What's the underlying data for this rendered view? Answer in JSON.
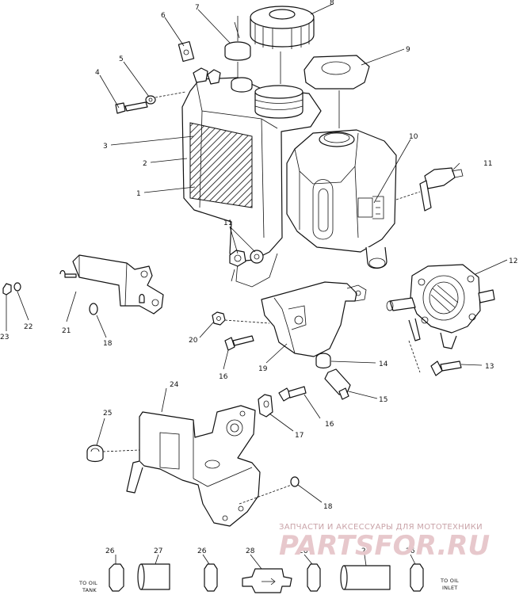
{
  "callouts": [
    {
      "id": "c1",
      "label": "1"
    },
    {
      "id": "c2",
      "label": "2"
    },
    {
      "id": "c3",
      "label": "3"
    },
    {
      "id": "c4",
      "label": "4"
    },
    {
      "id": "c5",
      "label": "5"
    },
    {
      "id": "c6",
      "label": "6"
    },
    {
      "id": "c7",
      "label": "7"
    },
    {
      "id": "c8",
      "label": "8"
    },
    {
      "id": "c9",
      "label": "9"
    },
    {
      "id": "c10",
      "label": "10"
    },
    {
      "id": "c11a",
      "label": "11"
    },
    {
      "id": "c11b",
      "label": "11"
    },
    {
      "id": "c12",
      "label": "12"
    },
    {
      "id": "c13",
      "label": "13"
    },
    {
      "id": "c14",
      "label": "14"
    },
    {
      "id": "c15",
      "label": "15"
    },
    {
      "id": "c16a",
      "label": "16"
    },
    {
      "id": "c16b",
      "label": "16"
    },
    {
      "id": "c17",
      "label": "17"
    },
    {
      "id": "c18a",
      "label": "18"
    },
    {
      "id": "c18b",
      "label": "18"
    },
    {
      "id": "c19",
      "label": "19"
    },
    {
      "id": "c20",
      "label": "20"
    },
    {
      "id": "c21",
      "label": "21"
    },
    {
      "id": "c22",
      "label": "22"
    },
    {
      "id": "c23",
      "label": "23"
    },
    {
      "id": "c24",
      "label": "24"
    },
    {
      "id": "c25",
      "label": "25"
    },
    {
      "id": "c26a",
      "label": "26"
    },
    {
      "id": "c27a",
      "label": "27"
    },
    {
      "id": "c26b",
      "label": "26"
    },
    {
      "id": "c28",
      "label": "28"
    },
    {
      "id": "c26c",
      "label": "26"
    },
    {
      "id": "c27b",
      "label": "27"
    },
    {
      "id": "c26d",
      "label": "26"
    }
  ],
  "hose_labels": {
    "to_oil_tank_1": "TO OIL",
    "to_oil_tank_2": "TANK",
    "to_oil_inlet_1": "TO OIL",
    "to_oil_inlet_2": "INLET"
  },
  "watermark": {
    "tagline": "ЗАПЧАСТИ И АКСЕССУАРЫ ДЛЯ МОТОТЕХНИКИ",
    "logo": "PARTSFOR.RU"
  }
}
